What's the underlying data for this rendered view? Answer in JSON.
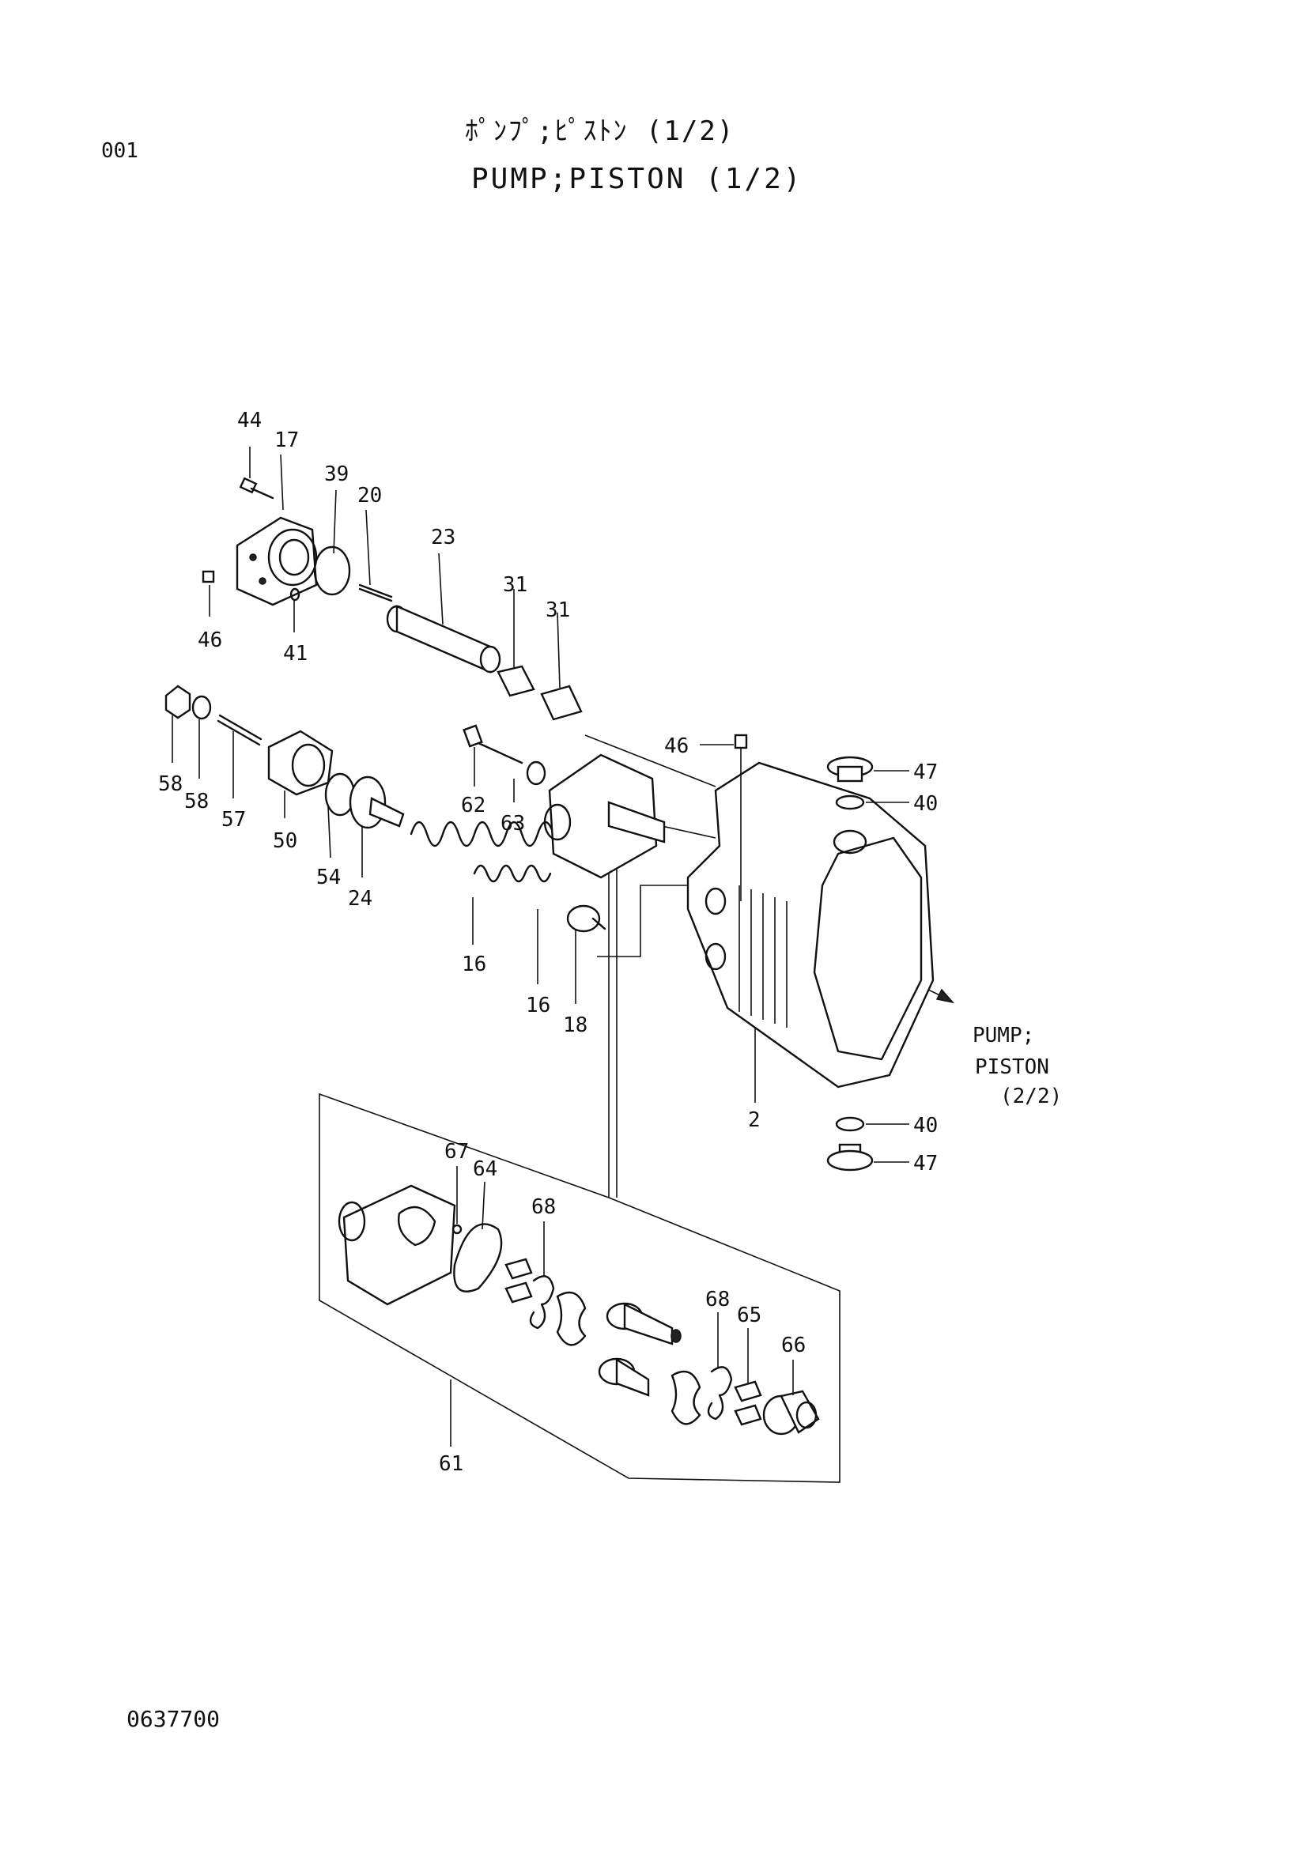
{
  "header": {
    "page_code": "001",
    "title_jp": "ﾎﾟﾝﾌﾟ;ﾋﾟｽﾄﾝ (1/2)",
    "title_en": "PUMP;PISTON (1/2)"
  },
  "footer": {
    "doc_number": "0637700"
  },
  "cross_reference": {
    "line1": "PUMP;",
    "line2": "PISTON",
    "line3": "(2/2)"
  },
  "callouts": {
    "c44": "44",
    "c17": "17",
    "c39": "39",
    "c20": "20",
    "c23": "23",
    "c31a": "31",
    "c31b": "31",
    "c46a": "46",
    "c41": "41",
    "c58a": "58",
    "c58b": "58",
    "c57": "57",
    "c50": "50",
    "c54": "54",
    "c24": "24",
    "c16a": "16",
    "c16b": "16",
    "c18": "18",
    "c62": "62",
    "c63": "63",
    "c46b": "46",
    "c47a": "47",
    "c40a": "40",
    "c2": "2",
    "c40b": "40",
    "c47b": "47",
    "c67": "67",
    "c64": "64",
    "c68a": "68",
    "c68b": "68",
    "c65": "65",
    "c66": "66",
    "c61": "61"
  }
}
